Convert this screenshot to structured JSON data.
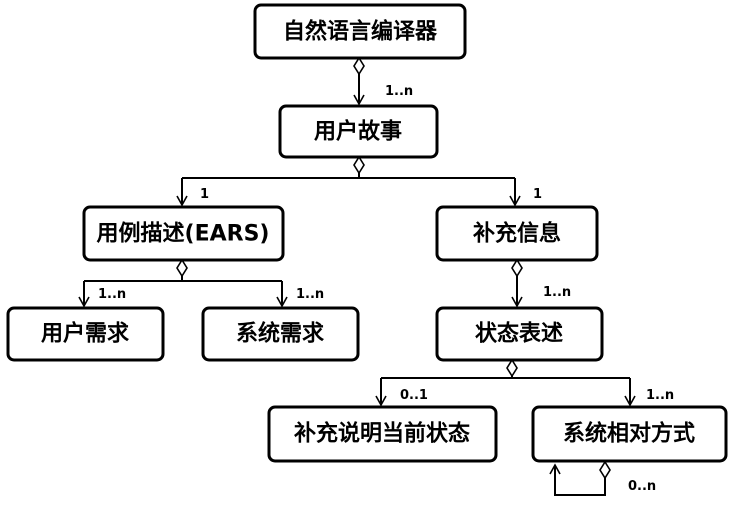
{
  "nodes": {
    "nlc": "自然语言编译器",
    "user_story": "用户故事",
    "use_case": "用例描述(EARS)",
    "supplement": "补充信息",
    "user_req": "用户需求",
    "sys_req": "系统需求",
    "state_desc": "状态表述",
    "pre_state": "补充说明当前状态",
    "sys_relation": "系统相对方式"
  },
  "multiplicities": {
    "nlc_story": "1..n",
    "story_usecase": "1",
    "story_supplement": "1",
    "usecase_userreq": "1..n",
    "usecase_sysreq": "1..n",
    "supplement_state": "1..n",
    "state_prestate": "0..1",
    "state_relation": "1..n",
    "relation_self": "0..n"
  }
}
